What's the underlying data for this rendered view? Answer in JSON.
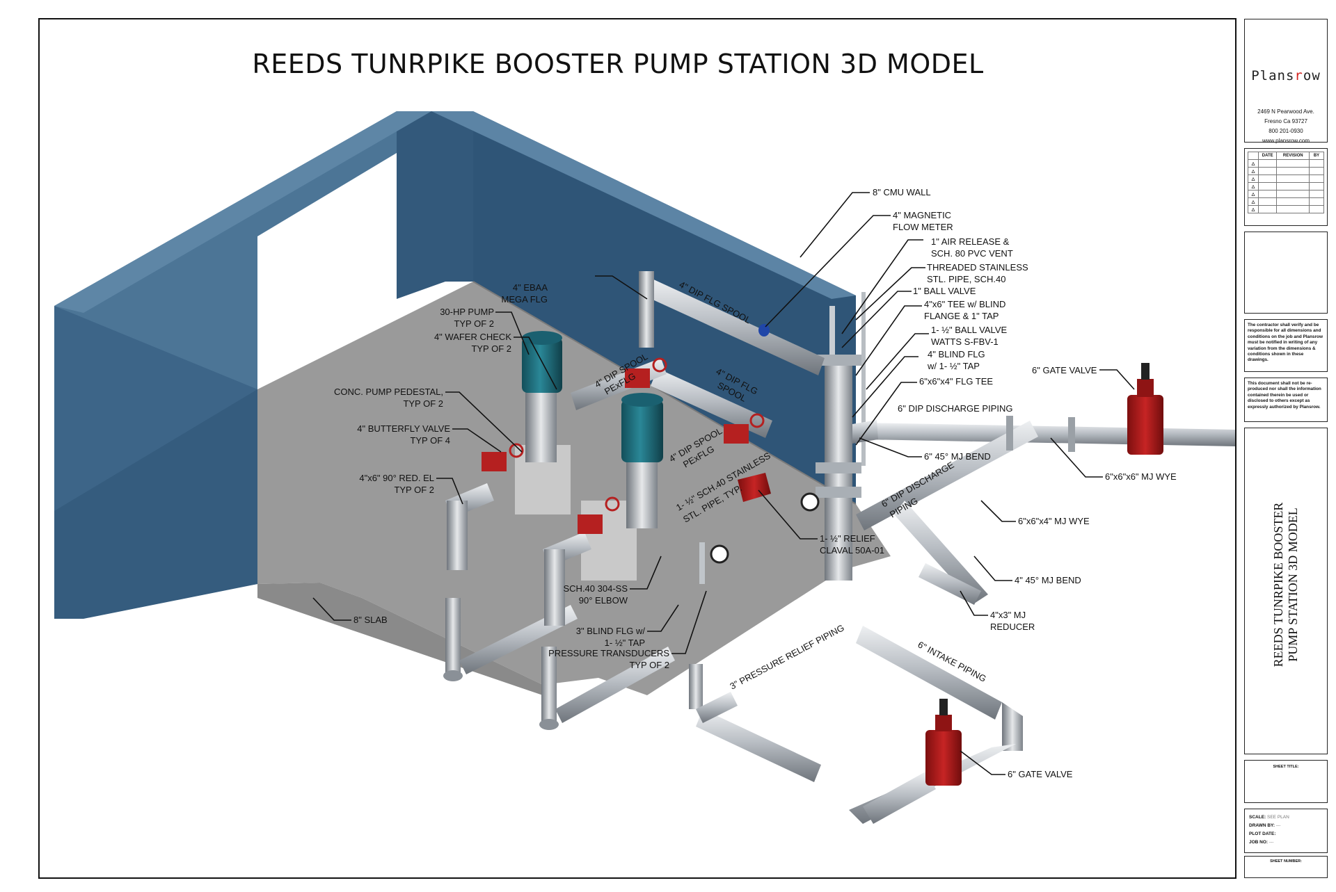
{
  "title": "REEDS TUNRPIKE BOOSTER PUMP STATION 3D MODEL",
  "title_block": {
    "logo_prefix": "Plans",
    "logo_accent": "r",
    "logo_suffix": "ow",
    "address_line1": "2469 N Pearwood Ave.",
    "address_line2": "Fresno Ca 93727",
    "phone": "800 201-0930",
    "website": "www.plansrow.com",
    "revision_headers": [
      "",
      "DATE",
      "REVISION",
      "BY"
    ],
    "revision_rows": 7,
    "note1": "The contractor shall verify and be responsible for all dimensions and conditions on the job and Plansrow must be notified in writing of any variation from the dimensions & conditions shown in these drawings.",
    "note2": "This document shall not be re- produced nor shall the information contained therein be used or disclosed to others except as expressly authorized by Plansrow.",
    "vertical_title_line1": "REEDS TUNRPIKE BOOSTER",
    "vertical_title_line2": "PUMP STATION  3D MODEL",
    "sheet_title_label": "SHEET TITLE:",
    "scale_label": "SCALE:",
    "scale_value": "SEE PLAN",
    "drawn_by_label": "DRAWN BY:",
    "drawn_by_value": "---",
    "plot_date_label": "PLOT DATE:",
    "plot_date_value": "",
    "job_no_label": "JOB NO:",
    "job_no_value": "---",
    "sheet_number_label": "SHEET NUMBER:"
  },
  "callouts": {
    "cmu_wall": "8\" CMU WALL",
    "flow_meter_1": "4\" MAGNETIC",
    "flow_meter_2": "FLOW METER",
    "air_release_1": "1\" AIR RELEASE &",
    "air_release_2": "SCH. 80 PVC VENT",
    "threaded_1": "THREADED STAINLESS",
    "threaded_2": "STL. PIPE, SCH.40",
    "ball_valve": "1\" BALL VALVE",
    "tee_blind_1": "4\"x6\" TEE w/ BLIND",
    "tee_blind_2": "FLANGE & 1\" TAP",
    "ball_valve_watts_1": "1- ½\" BALL VALVE",
    "ball_valve_watts_2": "WATTS S-FBV-1",
    "blind_flg_1": "4\" BLIND FLG",
    "blind_flg_2": "w/ 1- ½\" TAP",
    "flg_tee": "6\"x6\"x4\" FLG TEE",
    "gate_valve_top": "6\" GATE VALVE",
    "discharge_piping": "6\" DIP DISCHARGE PIPING",
    "mj_bend_45": "6\" 45° MJ BEND",
    "mj_wye_6": "6\"x6\"x6\" MJ WYE",
    "mj_wye_4": "6\"x6\"x4\" MJ WYE",
    "mj_bend_4": "4\" 45° MJ BEND",
    "reducer_1": "4\"x3\" MJ",
    "reducer_2": "REDUCER",
    "gate_valve_bottom": "6\" GATE VALVE",
    "intake_piping": "6\" INTAKE PIPING",
    "pressure_relief": "3\" PRESSURE RELIEF PIPING",
    "relief_1": "1- ½\" RELIEF",
    "relief_2": "CLAVAL 50A-01",
    "discharge_diag_1": "6\" DIP DISCHARGE",
    "discharge_diag_2": "PIPING",
    "ebaa_1": "4\" EBAA",
    "ebaa_2": "MEGA FLG",
    "flg_spool_top": "4\" DIP FLG SPOOL",
    "pump_1": "30-HP PUMP",
    "pump_2": "TYP OF 2",
    "wafer_1": "4\" WAFER CHECK",
    "wafer_2": "TYP OF 2",
    "dip_spool_1a": "4\" DIP SPOOL",
    "dip_spool_1b": "PExFLG",
    "flg_spool_mid_a": "4\" DIP FLG",
    "flg_spool_mid_b": "SPOOL",
    "pedestal_1": "CONC. PUMP PEDESTAL,",
    "pedestal_2": "TYP OF 2",
    "butterfly_1": "4\" BUTTERFLY VALVE",
    "butterfly_2": "TYP OF 4",
    "dip_spool_2a": "4\" DIP SPOOL",
    "dip_spool_2b": "PExFLG",
    "stainless_1": "1- ½\" SCH.40 STAINLESS",
    "stainless_2": "STL. PIPE, TYP.",
    "red_el_1": "4\"x6\" 90° RED. EL",
    "red_el_2": "TYP OF 2",
    "elbow_1": "SCH.40 304-SS",
    "elbow_2": "90° ELBOW",
    "blind_flg3_1": "3\" BLIND FLG w/",
    "blind_flg3_2": "1- ½\" TAP",
    "transducers_1": "PRESSURE TRANSDUCERS",
    "transducers_2": "TYP OF 2",
    "slab": "8\" SLAB"
  },
  "colors": {
    "wall_top": "#3f6789",
    "wall_face": "#325777",
    "wall_inner": "#4c7596",
    "slab": "#9a9a9a",
    "pipe": "#b9bec4",
    "valve_red": "#b81b1b",
    "motor_teal": "#1e6a78"
  }
}
